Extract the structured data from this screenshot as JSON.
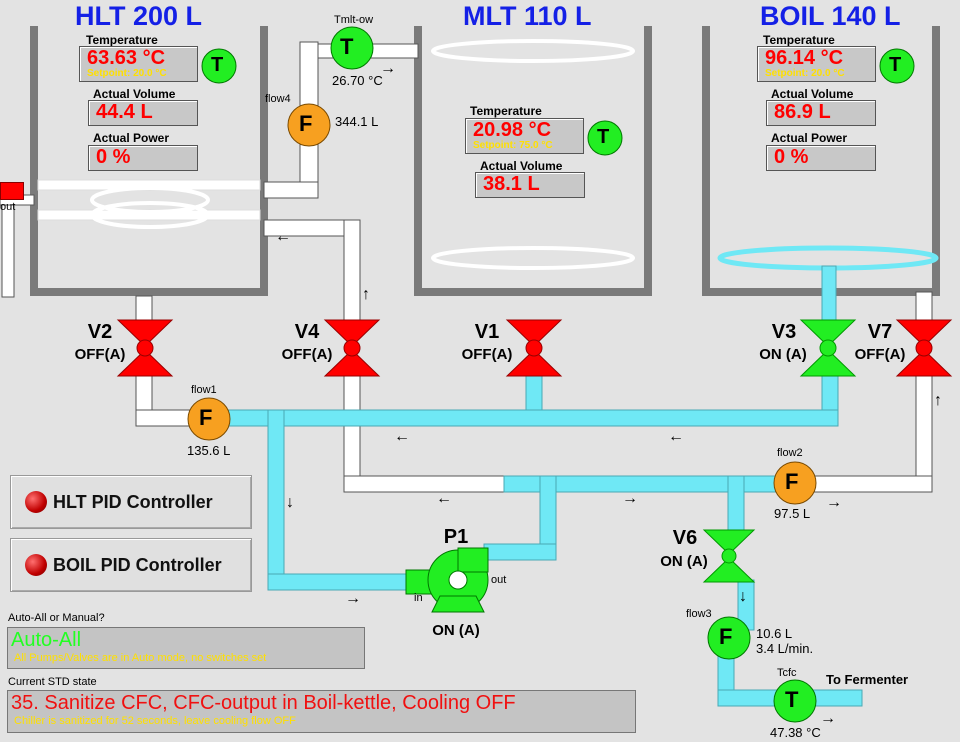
{
  "tanks": {
    "hlt": {
      "title": "HLT 200 L",
      "temp_label": "Temperature",
      "temp_value": "63.63 °C",
      "setpoint": "Setpoint: 20.0 °C",
      "vol_label": "Actual Volume",
      "vol_value": "44.4 L",
      "pow_label": "Actual Power",
      "pow_value": "0 %"
    },
    "mlt": {
      "title": "MLT 110 L",
      "temp_label": "Temperature",
      "temp_value": "20.98 °C",
      "setpoint": "Setpoint: 75.0 °C",
      "vol_label": "Actual Volume",
      "vol_value": "38.1 L"
    },
    "boil": {
      "title": "BOIL 140 L",
      "temp_label": "Temperature",
      "temp_value": "96.14 °C",
      "setpoint": "Setpoint: 20.0 °C",
      "vol_label": "Actual Volume",
      "vol_value": "86.9 L",
      "pow_label": "Actual Power",
      "pow_value": "0 %"
    }
  },
  "sensors": {
    "t_symbol": "T",
    "f_symbol": "F",
    "tmlt_label": "Tmlt-ow",
    "tmlt_value": "26.70 °C",
    "tcfc_label": "Tcfc",
    "tcfc_value": "47.38 °C",
    "flow1_label": "flow1",
    "flow1_value": "135.6 L",
    "flow2_label": "flow2",
    "flow2_value": "97.5 L",
    "flow3_label": "flow3",
    "flow3_value": "10.6 L",
    "flow3_rate": "3.4 L/min.",
    "flow4_label": "flow4",
    "flow4_value": "344.1 L"
  },
  "valves": {
    "v1": {
      "name": "V1",
      "state": "OFF(A)",
      "color": "#ff0000"
    },
    "v2": {
      "name": "V2",
      "state": "OFF(A)",
      "color": "#ff0000"
    },
    "v3": {
      "name": "V3",
      "state": "ON (A)",
      "color": "#22ee22"
    },
    "v4": {
      "name": "V4",
      "state": "OFF(A)",
      "color": "#ff0000"
    },
    "v6": {
      "name": "V6",
      "state": "ON (A)",
      "color": "#22ee22"
    },
    "v7": {
      "name": "V7",
      "state": "OFF(A)",
      "color": "#ff0000"
    }
  },
  "pump": {
    "name": "P1",
    "state": "ON (A)",
    "in_label": "in",
    "out_label": "out"
  },
  "misc": {
    "hlt_out": "out",
    "to_fermenter": "To Fermenter"
  },
  "buttons": {
    "hlt_pid": "HLT PID Controller",
    "boil_pid": "BOIL PID Controller"
  },
  "mode": {
    "label": "Auto-All or Manual?",
    "value": "Auto-All",
    "note": "All Pumps/Valves are in Auto mode, no switches set"
  },
  "state": {
    "label": "Current STD state",
    "value": "35. Sanitize CFC, CFC-output in Boil-kettle, Cooling OFF",
    "note": "Chiller is sanitized for 52 seconds, leave cooling flow OFF"
  },
  "colors": {
    "pipe_active": "#6fe8f5",
    "valve_off": "#ff0000",
    "valve_on": "#22ee22",
    "flow_sensor": "#f7a020",
    "temp_sensor": "#22ee22",
    "title": "#1420e6"
  }
}
